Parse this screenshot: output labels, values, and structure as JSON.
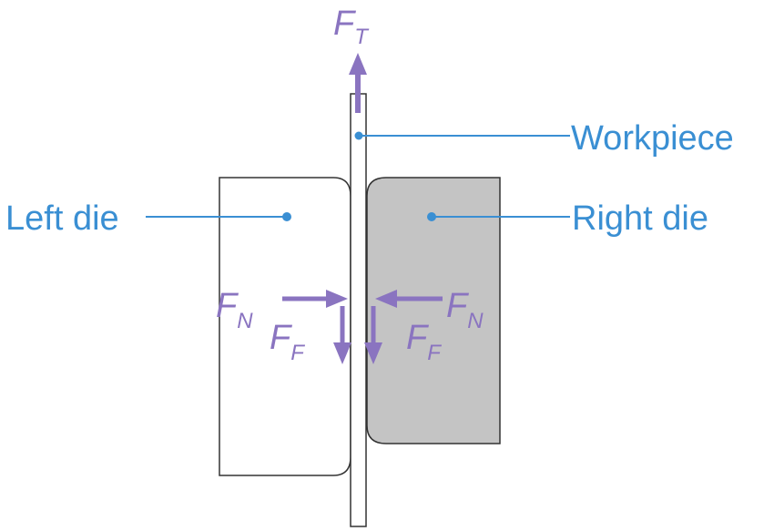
{
  "colors": {
    "label": "#3a8fd3",
    "force": "#8a74c0",
    "outline": "#333333",
    "left_die_fill": "#ffffff",
    "right_die_fill": "#c4c4c4",
    "workpiece_fill": "#ffffff"
  },
  "labels": {
    "workpiece": "Workpiece",
    "left_die": "Left die",
    "right_die": "Right die"
  },
  "forces": {
    "tension": {
      "symbol": "F",
      "subscript": "T"
    },
    "normal_left": {
      "symbol": "F",
      "subscript": "N"
    },
    "friction_left": {
      "symbol": "F",
      "subscript": "F"
    },
    "normal_right": {
      "symbol": "F",
      "subscript": "N"
    },
    "friction_right": {
      "symbol": "F",
      "subscript": "F"
    }
  }
}
